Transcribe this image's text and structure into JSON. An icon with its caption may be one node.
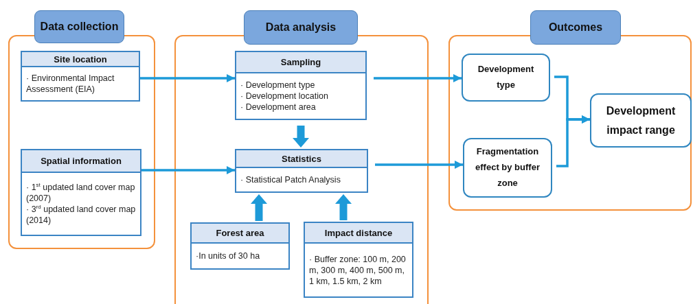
{
  "diagram": {
    "nodes": [
      {
        "text": [
          "Data collection"
        ]
      },
      {
        "text": [
          "Site location",
          "· Environmental Impact Assessment (EIA)"
        ],
        "in": 0
      },
      {
        "text": [
          "Spatial information",
          "· 1$^{st}$ updated land cover map (2007)",
          "· 3$^{rd}$ updated land cover map (2014)"
        ],
        "in": 0
      },
      {
        "text": [
          "Data analysis"
        ]
      },
      {
        "text": [
          "Sampling",
          "· Development type",
          "· Development location",
          "· Development area"
        ],
        "in": 3
      },
      {
        "text": [
          "Statistics",
          "· Statistical Patch Analysis"
        ],
        "in": 3
      },
      {
        "text": [
          "Forest area",
          "·In units of 30 ha"
        ],
        "in": 3
      },
      {
        "text": [
          "Impact distance",
          "· Buffer zone: 100 m, 200 m, 300 m, 400 m, 500 m, 1 km, 1.5 km, 2 km"
        ],
        "in": 3
      },
      {
        "text": [
          "Outcomes"
        ]
      },
      {
        "text": [
          "Development type"
        ],
        "in": 8
      },
      {
        "text": [
          "Fragmentation effect by buffer zone"
        ],
        "in": 8
      },
      {
        "text": [
          "Development impact range"
        ],
        "in": 8
      }
    ],
    "edges": [
      {
        "from": 1,
        "to": 4,
        "arrow": "to"
      },
      {
        "from": 2,
        "to": 5,
        "arrow": "to"
      },
      {
        "from": 4,
        "to": 5,
        "arrow": "to",
        "style": "thick"
      },
      {
        "from": 6,
        "to": 5,
        "arrow": "to",
        "style": "thick"
      },
      {
        "from": 7,
        "to": 5,
        "arrow": "to",
        "style": "thick"
      },
      {
        "from": 4,
        "to": 9,
        "arrow": "to"
      },
      {
        "from": 5,
        "to": 10,
        "arrow": "to"
      },
      {
        "from": 9,
        "to": 11,
        "arrow": "to"
      },
      {
        "from": 10,
        "to": 11,
        "arrow": "to"
      }
    ]
  }
}
